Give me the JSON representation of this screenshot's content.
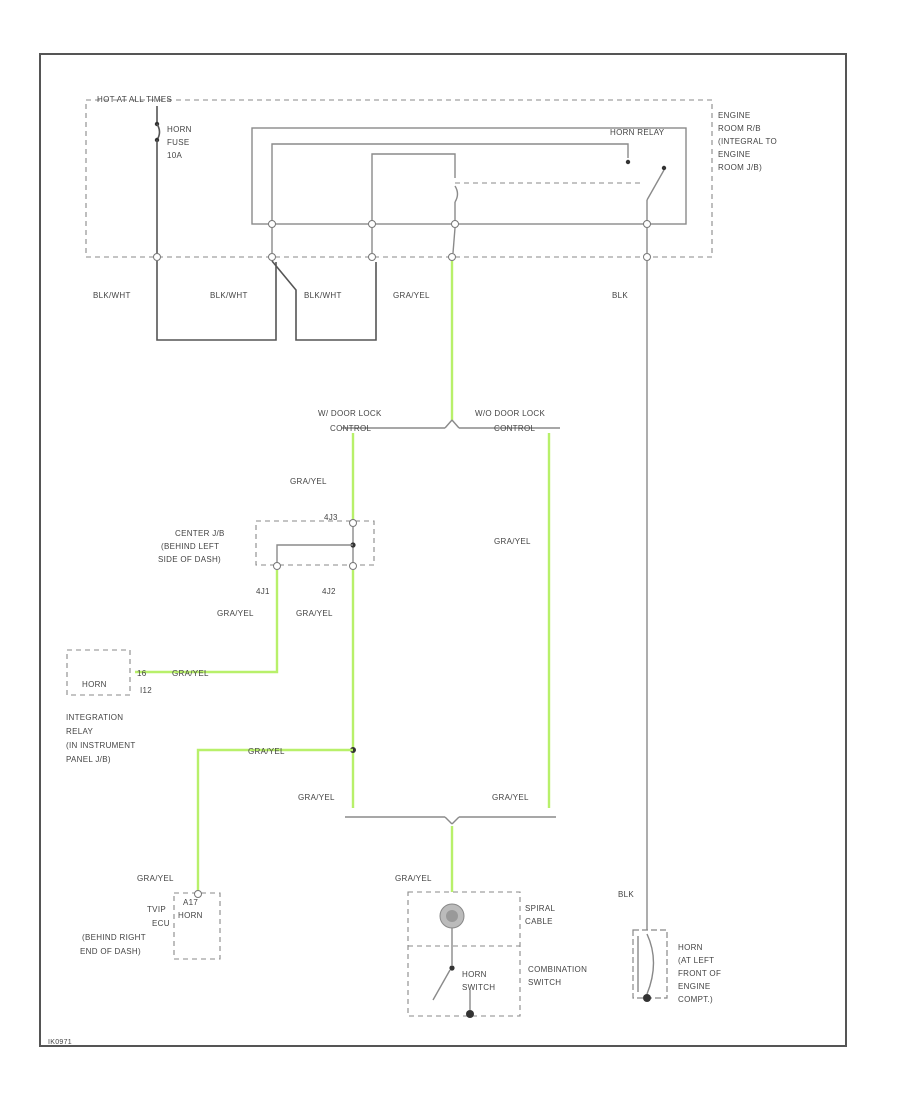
{
  "labels": {
    "hot_at_all_times": "HOT AT ALL TIMES",
    "horn_fuse": [
      "HORN",
      "FUSE",
      "10A"
    ],
    "horn_relay": "HORN RELAY",
    "engine_room_jb": [
      "ENGINE",
      "ROOM R/B",
      "(INTEGRAL TO",
      "ENGINE",
      "ROOM J/B)"
    ],
    "wire_blkwht_1": "BLK/WHT",
    "wire_blkwht_2": "BLK/WHT",
    "wire_blkwht_3": "BLK/WHT",
    "wire_grayel_top": "GRA/YEL",
    "wire_blk_top": "BLK",
    "door_lock_left": [
      "W/ DOOR LOCK",
      "CONTROL"
    ],
    "door_lock_right": [
      "W/O DOOR LOCK",
      "CONTROL"
    ],
    "wire_grayel_a": "GRA/YEL",
    "wire_grayel_right": "GRA/YEL",
    "center_jb": [
      "CENTER J/B",
      "(BEHIND LEFT",
      "SIDE OF DASH)"
    ],
    "pin_4j3": "4J3",
    "pin_4j1": "4J1",
    "pin_4j2": "4J2",
    "wire_grayel_b": "GRA/YEL",
    "wire_grayel_c": "GRA/YEL",
    "horn_relay_box": "HORN",
    "pin_16": "16",
    "pin_i12": "I12",
    "wire_grayel_d": "GRA/YEL",
    "integration_relay": [
      "INTEGRATION",
      "RELAY",
      "(IN INSTRUMENT",
      "PANEL J/B)"
    ],
    "wire_grayel_e": "GRA/YEL",
    "wire_grayel_f": "GRA/YEL",
    "wire_grayel_g": "GRA/YEL",
    "wire_grayel_h": "GRA/YEL",
    "wire_grayel_i": "GRA/YEL",
    "tvip_ecu": [
      "TVIP",
      "ECU",
      "(BEHIND RIGHT",
      "END OF DASH)"
    ],
    "pin_a17": "A17",
    "horn_ecu_box": "HORN",
    "spiral_cable": [
      "SPIRAL",
      "CABLE"
    ],
    "horn_switch": [
      "HORN",
      "SWITCH"
    ],
    "combination_switch": [
      "COMBINATION",
      "SWITCH"
    ],
    "wire_blk_bottom": "BLK",
    "horn_front": [
      "HORN",
      "(AT LEFT",
      "FRONT OF",
      "ENGINE",
      "COMPT.)"
    ],
    "footer_code": "IK0971"
  },
  "colors": {
    "green_wire": "#b8f06a",
    "wire": "#555555",
    "dashed_box": "#888888"
  }
}
